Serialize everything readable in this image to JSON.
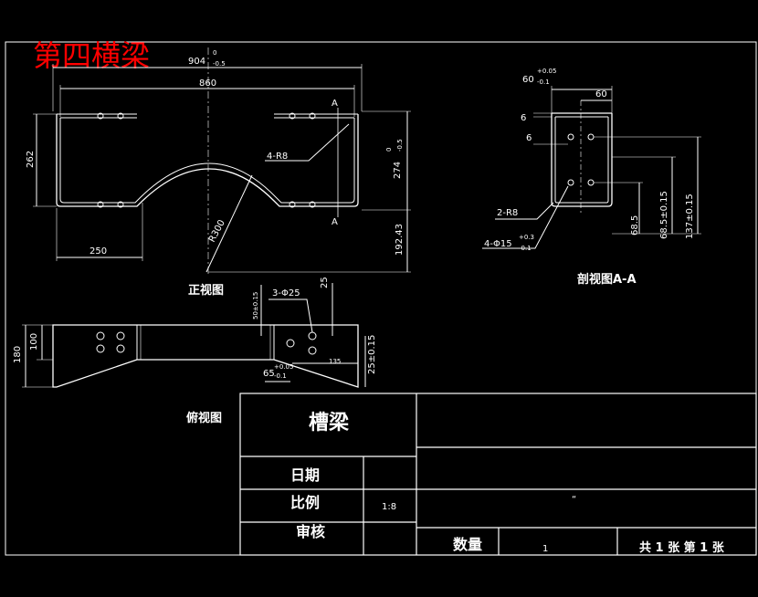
{
  "title": "第四横梁",
  "front_view": {
    "label": "正视图",
    "dim_904": "904",
    "tol_904_upper": "0",
    "tol_904_lower": "-0.5",
    "dim_860": "860",
    "dim_262": "262",
    "dim_274": "274",
    "tol_274_upper": "0",
    "tol_274_lower": "-0.5",
    "dim_250": "250",
    "dim_19243": "192.43",
    "radius_label": "R300",
    "fillet_label": "4-R8",
    "section_mark_top": "A",
    "section_mark_bottom": "A"
  },
  "section_view": {
    "label": "剖视图A-A",
    "dim_60_top": "60",
    "tol_60_upper": "+0.05",
    "tol_60_lower": "-0.1",
    "dim_60_right": "60",
    "dim_6a": "6",
    "dim_6b": "6",
    "fillet_label": "2-R8",
    "hole_label": "4-Φ15",
    "tol_hole_upper": "+0.3",
    "tol_hole_lower": "-0.1",
    "dim_685": "68.5",
    "dim_685_tol": "68.5±0.15",
    "dim_137_tol": "137±0.15"
  },
  "top_view": {
    "label": "俯视图",
    "dim_180": "180",
    "dim_100": "100",
    "dim_50_tol": "50±0.15",
    "hole_label": "3-Φ25",
    "dim_25": "25",
    "dim_25_tol": "25±0.15",
    "dim_135": "135",
    "dim_65": "65",
    "tol_65_upper": "+0.05",
    "tol_65_lower": "-0.1"
  },
  "title_block": {
    "part_name": "槽梁",
    "row_date": "日期",
    "row_scale": "比例",
    "scale_value": "1:8",
    "row_review": "审核",
    "quantity_label": "数量",
    "quantity_value": "1",
    "sheet_info": "共 1 张 第 1 张",
    "mark": "“"
  }
}
